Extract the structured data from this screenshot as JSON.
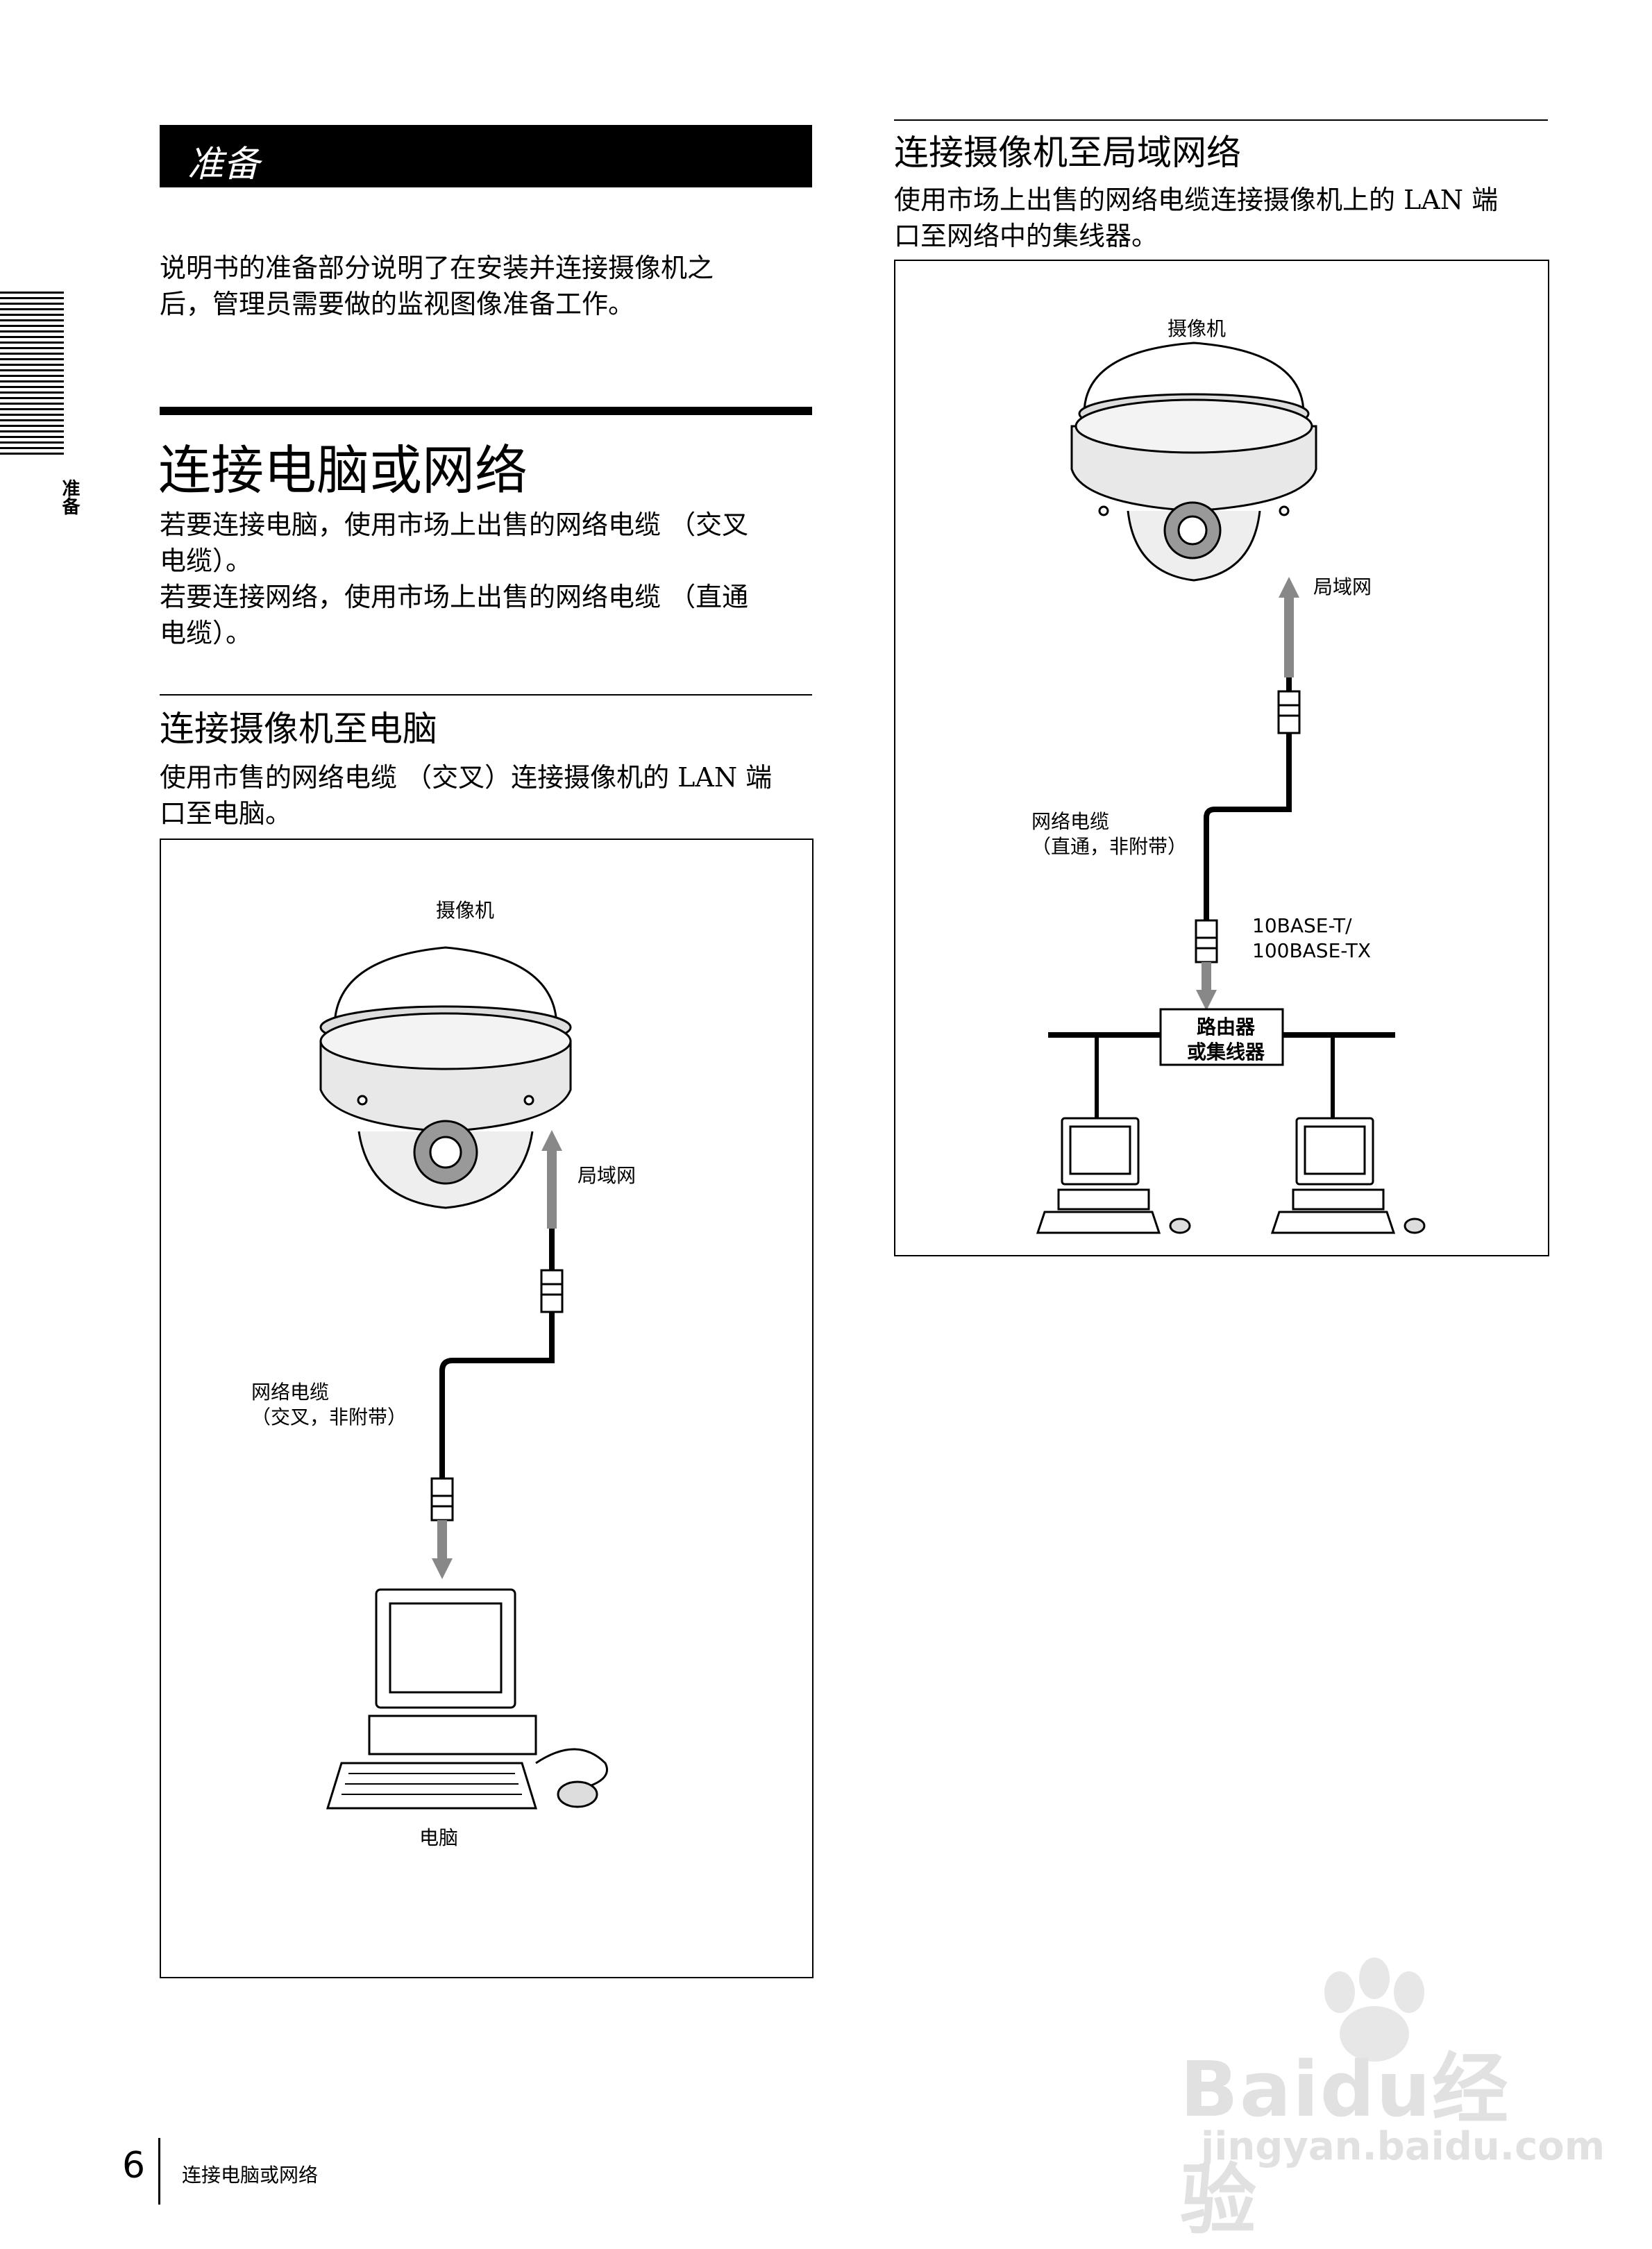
{
  "section_header": "准备",
  "side_tab": "准备",
  "intro": [
    "说明书的准备部分说明了在安装并连接摄像机之",
    "后，管理员需要做的监视图像准备工作。"
  ],
  "main_heading": "连接电脑或网络",
  "main_body": [
    "若要连接电脑，使用市场上出售的网络电缆 （交叉",
    "电缆）。",
    "若要连接网络，使用市场上出售的网络电缆 （直通",
    "电缆）。"
  ],
  "sub1": {
    "heading": "连接摄像机至电脑",
    "body": [
      "使用市售的网络电缆 （交叉）连接摄像机的 LAN 端",
      "口至电脑。"
    ],
    "figure": {
      "camera_label": "摄像机",
      "lan_label": "局域网",
      "cable_label": "网络电缆\n（交叉，非附带）",
      "pc_label": "电脑"
    }
  },
  "sub2": {
    "heading": "连接摄像机至局域网络",
    "body": [
      "使用市场上出售的网络电缆连接摄像机上的 LAN 端",
      "口至网络中的集线器。"
    ],
    "figure": {
      "camera_label": "摄像机",
      "lan_label": "局域网",
      "cable_label": "网络电缆\n（直通，非附带）",
      "port_label": "10BASE-T/\n100BASE-TX",
      "hub_label": "路由器\n或集线器"
    }
  },
  "footer": {
    "page_number": "6",
    "running_title": "连接电脑或网络"
  },
  "watermark": {
    "brand": "Baidu经验",
    "url": "jingyan.baidu.com"
  }
}
